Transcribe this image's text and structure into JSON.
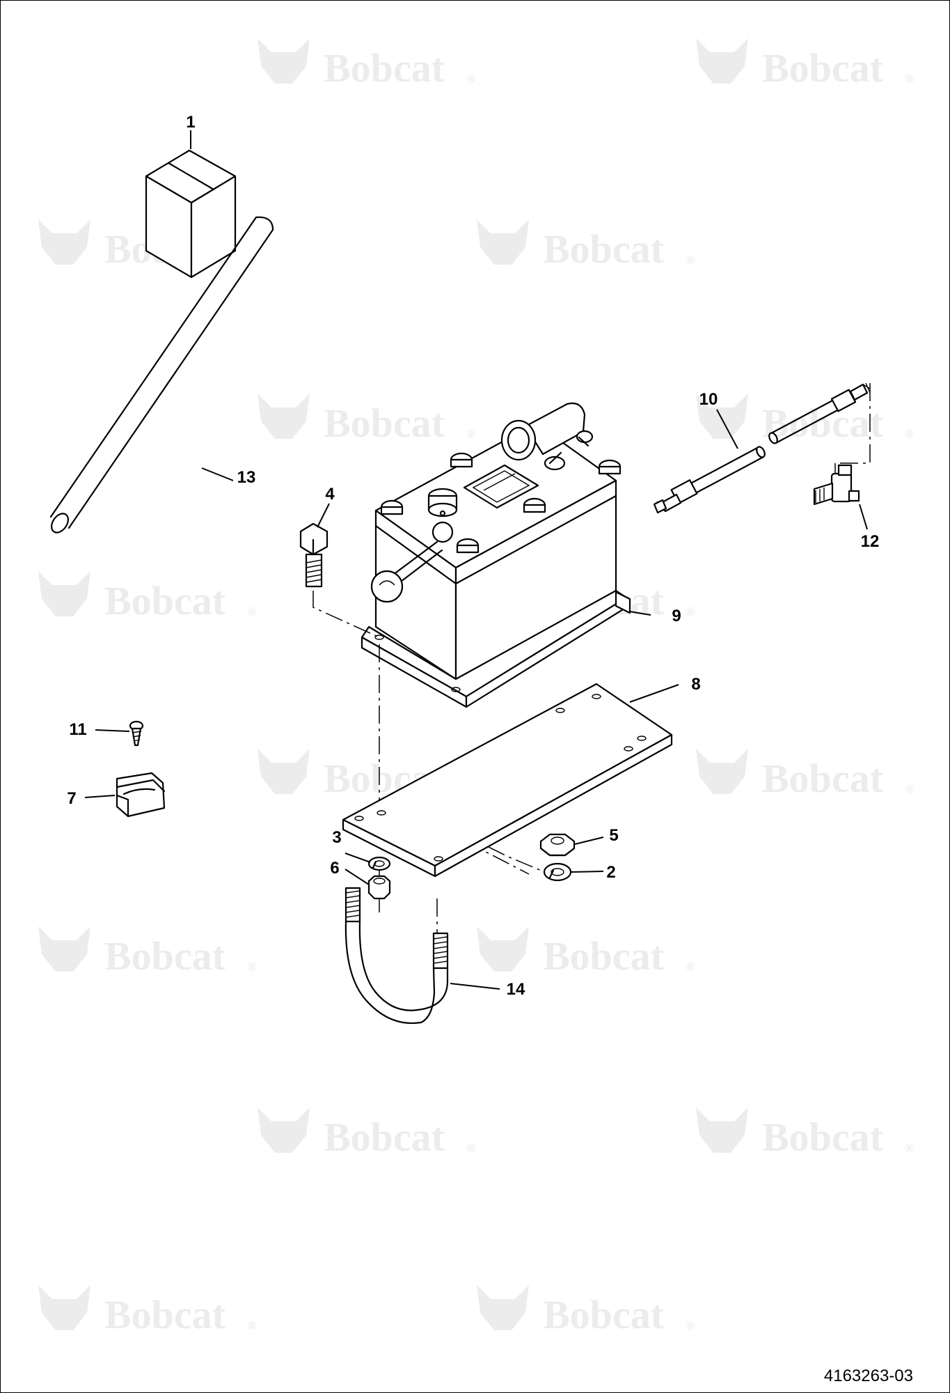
{
  "watermark": {
    "text": "Bobcat",
    "registered": "®",
    "color": "#ececec"
  },
  "document_number": "4163263-03",
  "callouts": [
    {
      "id": "c1",
      "label": "1"
    },
    {
      "id": "c2",
      "label": "2"
    },
    {
      "id": "c3",
      "label": "3"
    },
    {
      "id": "c4",
      "label": "4"
    },
    {
      "id": "c5",
      "label": "5"
    },
    {
      "id": "c6",
      "label": "6"
    },
    {
      "id": "c7",
      "label": "7"
    },
    {
      "id": "c8",
      "label": "8"
    },
    {
      "id": "c9",
      "label": "9"
    },
    {
      "id": "c10",
      "label": "10"
    },
    {
      "id": "c11",
      "label": "11"
    },
    {
      "id": "c12",
      "label": "12"
    },
    {
      "id": "c13",
      "label": "13"
    },
    {
      "id": "c14",
      "label": "14"
    }
  ],
  "colors": {
    "line": "#000000",
    "background": "#ffffff"
  }
}
